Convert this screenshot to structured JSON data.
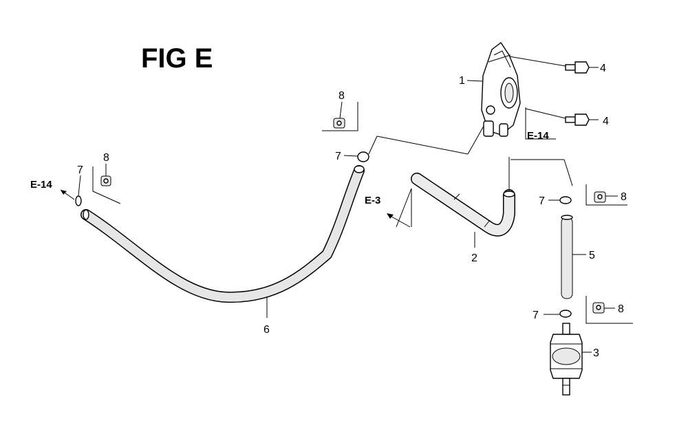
{
  "title": "FIG E",
  "refs": {
    "e14_left": "E-14",
    "e14_right": "E-14",
    "e3": "E-3"
  },
  "callouts": {
    "c1": "1",
    "c2": "2",
    "c3": "3",
    "c4a": "4",
    "c4b": "4",
    "c5": "5",
    "c6": "6",
    "c7a": "7",
    "c7b": "7",
    "c7c": "7",
    "c7d": "7",
    "c8a": "8",
    "c8b": "8",
    "c8c": "8",
    "c8d": "8"
  }
}
